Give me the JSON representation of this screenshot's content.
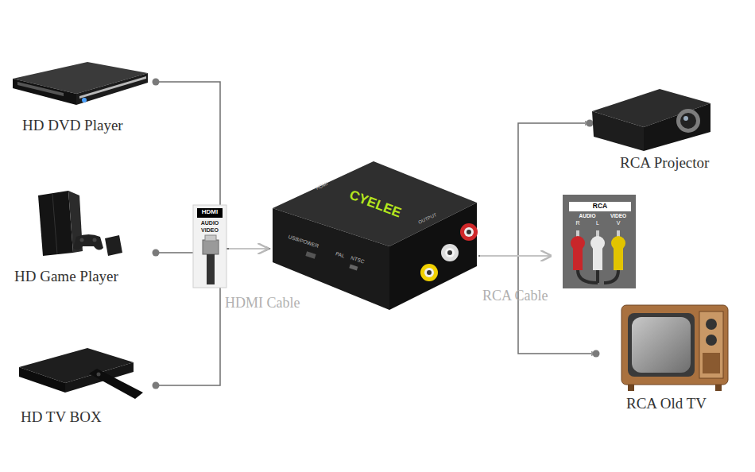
{
  "diagram": {
    "nodes": [
      {
        "text": [
          "HD DVD Player"
        ]
      },
      {
        "text": [
          "HD Game Player"
        ]
      },
      {
        "text": [
          "HD TV BOX"
        ]
      },
      {
        "text": [
          "CYELEE",
          "HDMI",
          "USB/POWER",
          "PAL",
          "NTSC",
          "OUTPUT"
        ]
      },
      {
        "text": [
          "RCA Projector"
        ]
      },
      {
        "text": [
          "RCA Old TV"
        ]
      }
    ],
    "edges": [
      {
        "from": 0,
        "to": 3,
        "arrow": "to"
      },
      {
        "from": 1,
        "to": 3,
        "arrow": "to"
      },
      {
        "from": 2,
        "to": 3,
        "arrow": "to"
      },
      {
        "from": 3,
        "to": 4,
        "arrow": "to"
      },
      {
        "from": 3,
        "to": 5,
        "arrow": "to"
      }
    ],
    "labels": [
      "HDMI",
      "AUDIO",
      "VIDEO",
      "HDMI Cable",
      "RCA",
      "AUDIO",
      "VIDEO",
      "R",
      "L",
      "V",
      "RCA Cable"
    ]
  }
}
